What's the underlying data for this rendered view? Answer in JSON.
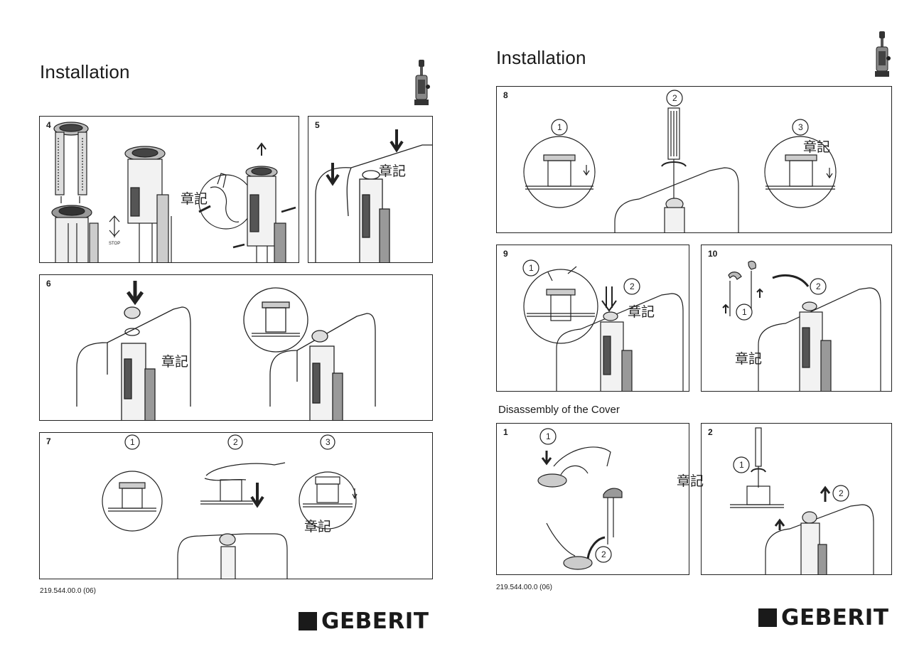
{
  "left_page": {
    "title": "Installation",
    "panels": [
      {
        "number": "4",
        "stop_label": "STOP"
      },
      {
        "number": "5"
      },
      {
        "number": "6"
      },
      {
        "number": "7",
        "steps": [
          "1",
          "2",
          "3"
        ]
      }
    ],
    "doc_code": "219.544.00.0 (06)",
    "brand": "GEBERIT"
  },
  "right_page": {
    "title": "Installation",
    "panels": [
      {
        "number": "8",
        "steps": [
          "1",
          "2",
          "3"
        ]
      },
      {
        "number": "9",
        "steps": [
          "1",
          "2"
        ]
      },
      {
        "number": "10",
        "steps": [
          "1",
          "2"
        ]
      }
    ],
    "section_heading": "Disassembly of the Cover",
    "disassembly_panels": [
      {
        "number": "1",
        "steps": [
          "1",
          "2"
        ]
      },
      {
        "number": "2",
        "steps": [
          "1",
          "2"
        ]
      }
    ],
    "doc_code": "219.544.00.0 (06)",
    "brand": "GEBERIT"
  },
  "stamp_text": "章記"
}
